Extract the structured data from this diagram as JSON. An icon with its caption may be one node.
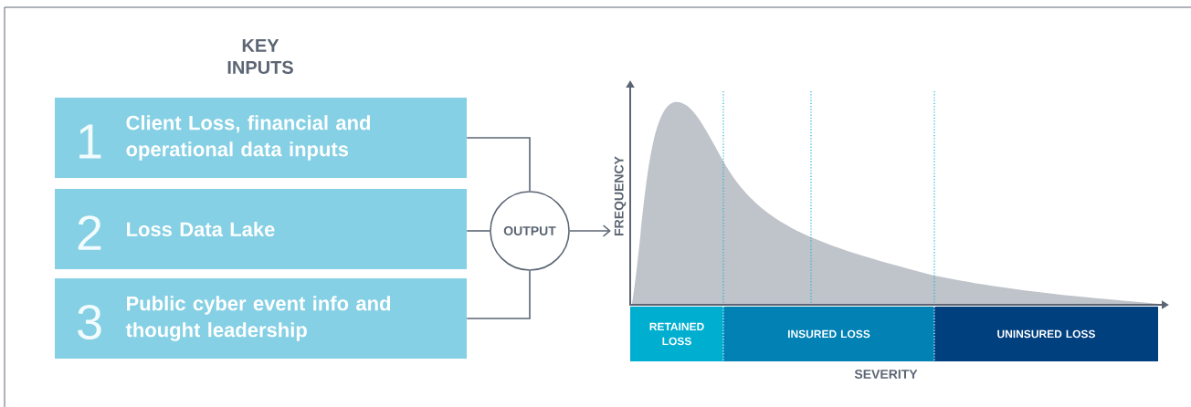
{
  "diagram": {
    "title": "KEY INPUTS",
    "nodes": [
      {
        "text": [
          "1",
          "Client Loss, financial and operational data inputs"
        ]
      },
      {
        "text": [
          "2",
          "Loss Data Lake"
        ]
      },
      {
        "text": [
          "3",
          "Public cyber event info and thought leadership"
        ]
      },
      {
        "text": [
          "OUTPUT"
        ]
      },
      {
        "text": [],
        "shape": "chart"
      },
      {
        "text": [
          "RETAINED LOSS"
        ]
      },
      {
        "text": [
          "INSURED LOSS"
        ]
      },
      {
        "text": [
          "UNINSURED LOSS"
        ]
      }
    ],
    "edges": [
      {
        "from": 0,
        "to": 3,
        "arrow": "none"
      },
      {
        "from": 1,
        "to": 3,
        "arrow": "none"
      },
      {
        "from": 2,
        "to": 3,
        "arrow": "none"
      },
      {
        "from": 3,
        "to": 4,
        "arrow": "to"
      }
    ],
    "labels": [
      "FREQUENCY",
      "SEVERITY"
    ]
  }
}
